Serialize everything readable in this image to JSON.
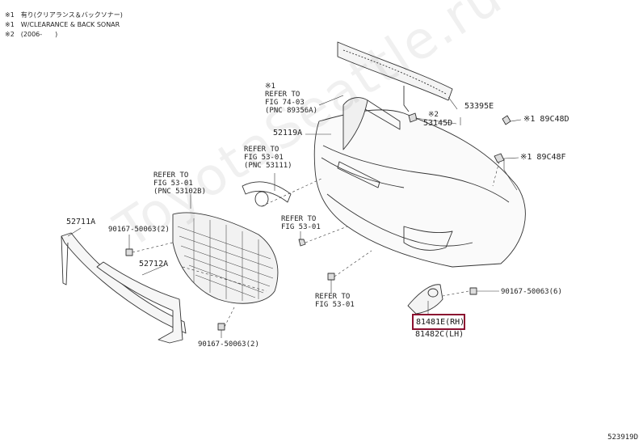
{
  "notes": [
    "※1　有り(クリアランス＆バックソナー)",
    "※1　W/CLEARANCE & BACK SONAR",
    "※2　(2006-　　)"
  ],
  "watermark": "ToyotaSeattle.ru",
  "diagram_id": "523919D",
  "labels": {
    "p53395e": "53395E",
    "p53145d": "53145D",
    "p53145d_mark": "※2",
    "p89c48d": "※1 89C48D",
    "p89c48f": "※1 89C48F",
    "p52119a": "52119A",
    "p52711a": "52711A",
    "p52712a": "52712A",
    "bolt_left_top": "90167-50063(2)",
    "bolt_left_bottom": "90167-50063(2)",
    "bolt_right": "90167-50063(6)",
    "p81481e": "81481E(RH)",
    "p81482c": "81482C(LH)"
  },
  "refs": {
    "fig74": [
      "※1",
      "REFER TO",
      "FIG 74-03",
      "(PNC 89356A)"
    ],
    "fig53_top": [
      "REFER TO",
      "FIG 53-01",
      "(PNC 53111)"
    ],
    "fig53_left": [
      "REFER TO",
      "FIG 53-01",
      "(PNC 53102B)"
    ],
    "fig53_mid": [
      "REFER TO",
      "FIG 53-01"
    ],
    "fig53_bottom": [
      "REFER TO",
      "FIG 53-01"
    ]
  },
  "colors": {
    "line": "#333333",
    "highlight": "#8b1030",
    "watermark": "#eeeeee"
  }
}
